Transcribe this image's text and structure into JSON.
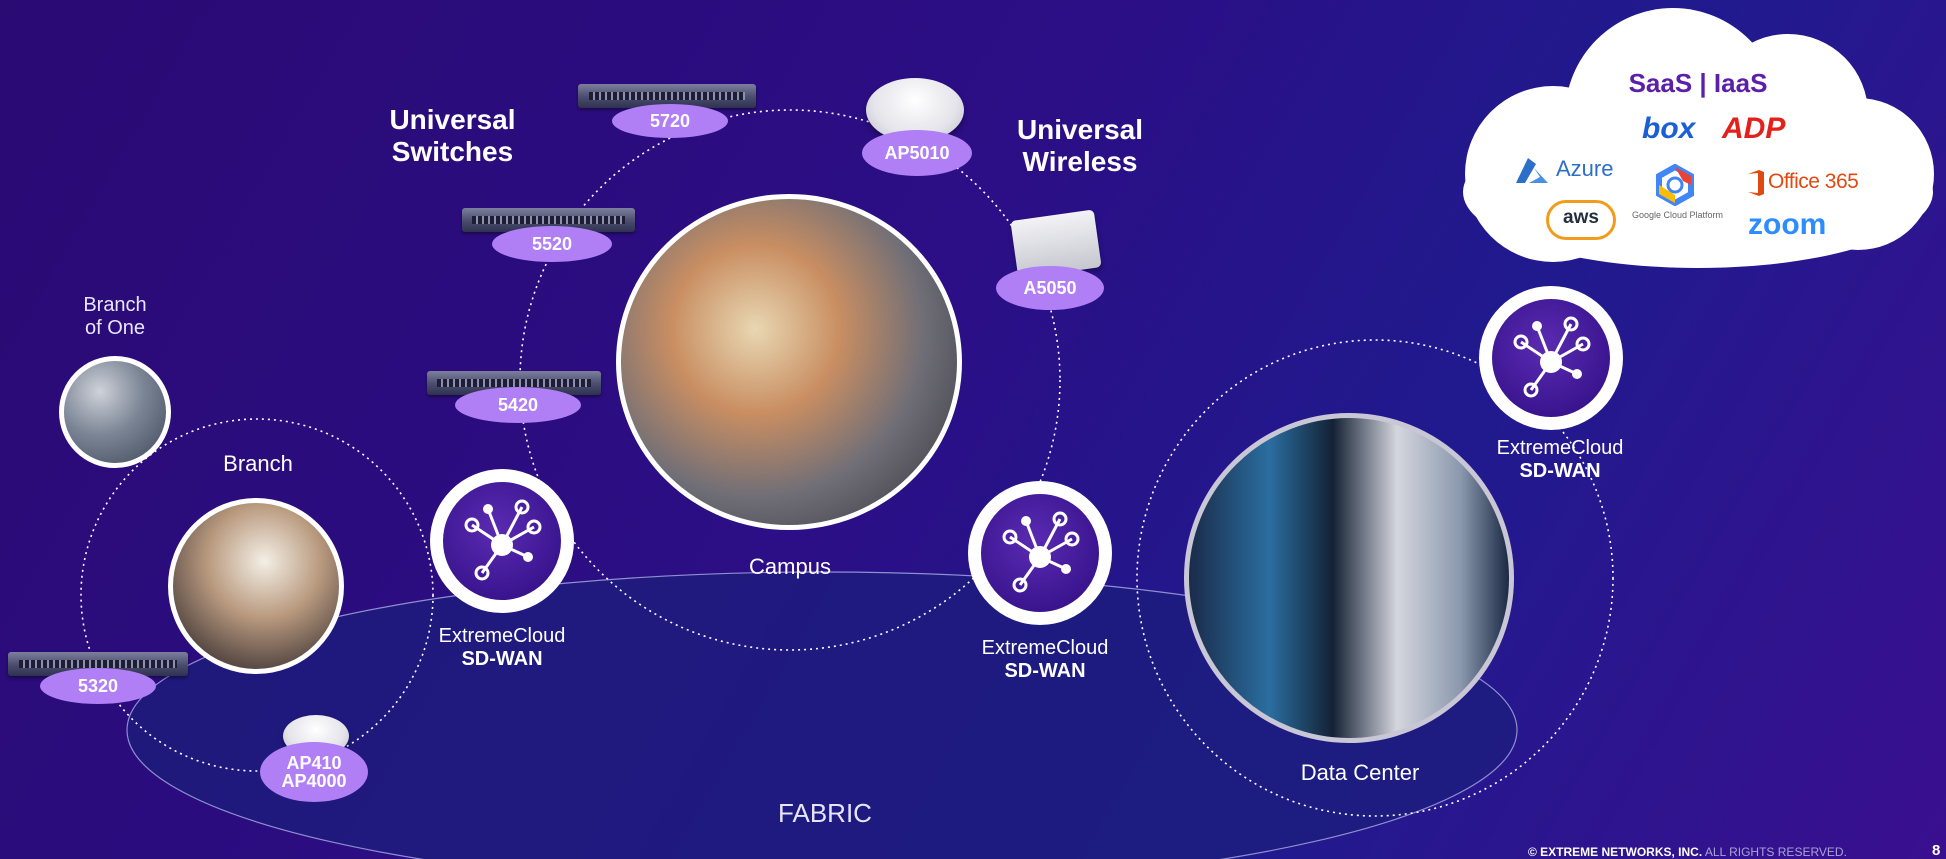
{
  "headings": {
    "universal_switches": [
      "Universal",
      "Switches"
    ],
    "universal_wireless": [
      "Universal",
      "Wireless"
    ]
  },
  "sites": {
    "branch_of_one": [
      "Branch",
      "of One"
    ],
    "branch": "Branch",
    "campus": "Campus",
    "data_center": "Data Center",
    "fabric": "FABRIC"
  },
  "sdwan": {
    "line1": "ExtremeCloud",
    "line2": "SD-WAN"
  },
  "devices": {
    "sw5720": "5720",
    "sw5520": "5520",
    "sw5420": "5420",
    "sw5320": "5320",
    "ap5010": "AP5010",
    "a5050": "A5050",
    "ap410": "AP410",
    "ap4000": "AP4000"
  },
  "cloud": {
    "title": "SaaS | IaaS",
    "logos": {
      "box": "box",
      "adp": "ADP",
      "azure": "Azure",
      "office365": "Office 365",
      "aws": "aws",
      "gcp": "Google Cloud Platform",
      "zoom": "zoom"
    }
  },
  "footer": {
    "company": "© EXTREME NETWORKS, INC.",
    "rights": "ALL RIGHTS RESERVED.",
    "page": "8"
  },
  "colors": {
    "background": "#2b0c80",
    "device_pill": "#b07ef5",
    "cloud_title": "#5b1fa8",
    "box_blue": "#1a5fd6",
    "adp_red": "#e3201b",
    "azure_blue": "#2c6fc9",
    "office_orange": "#e04a12",
    "aws_orange": "#f19c1b",
    "zoom_blue": "#2d8cff"
  }
}
